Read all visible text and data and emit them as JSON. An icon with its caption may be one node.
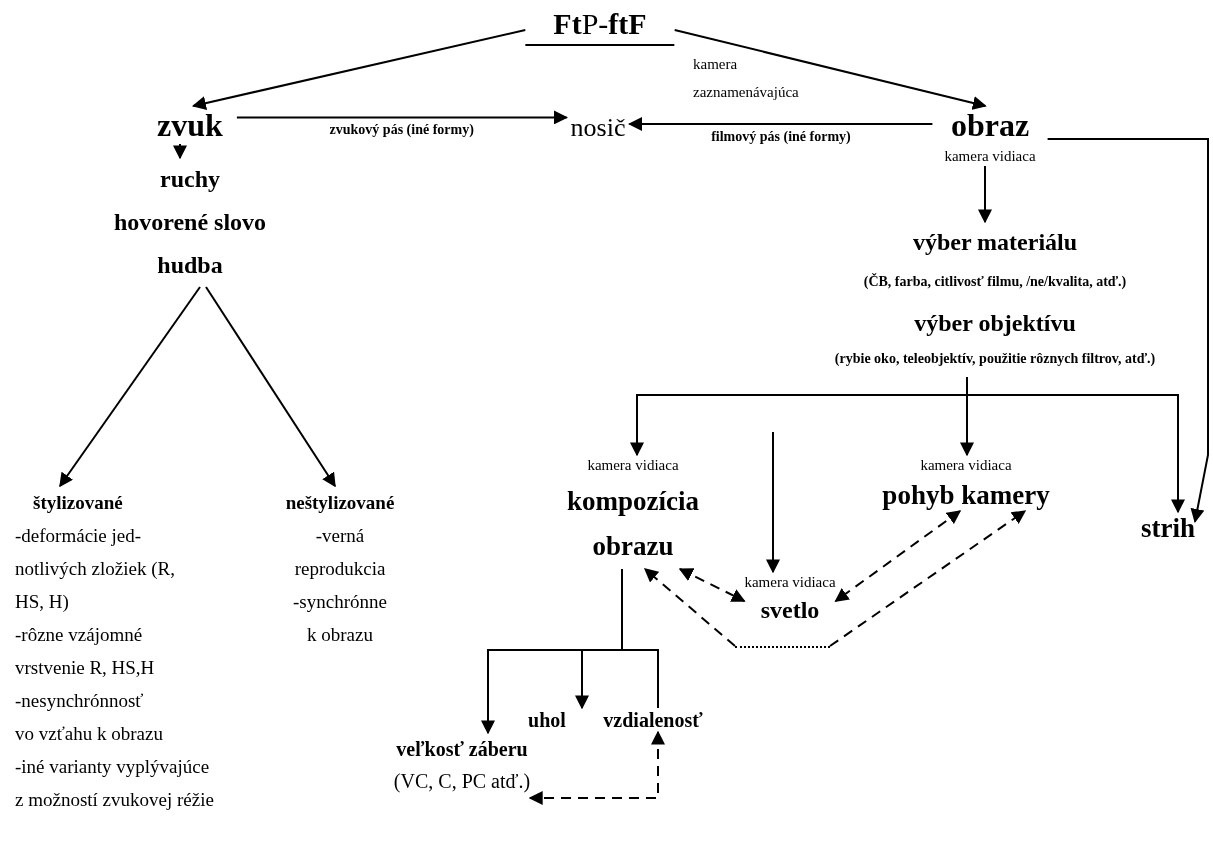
{
  "diagram": {
    "nodes": [
      {
        "text": [
          "**Ft**P-**ftF**"
        ]
      },
      {
        "text": [
          "zvuk"
        ]
      },
      {
        "text": [
          "nosič"
        ]
      },
      {
        "text": [
          "obraz"
        ],
        "beside": [
          "kamera vidiaca"
        ]
      },
      {
        "text": [
          "ruchy",
          "hovorené slovo",
          "hudba"
        ]
      },
      {
        "text": [
          "štylizované",
          "-deformácie jed- notlivých zložiek (R, HS, H)",
          "-rôzne vzájomné vrstvenie R, HS,H",
          "-nesynchrónnosť vo vzťahu k obrazu",
          "-iné varianty vyplývajúce z možností zvukovej réžie"
        ]
      },
      {
        "text": [
          "neštylizované",
          "-verná reprodukcia",
          "-synchrónne k obrazu"
        ]
      },
      {
        "text": [
          "výber materiálu",
          "(ČB, farba, citlivosť filmu, /ne/kvalita, atď.)"
        ]
      },
      {
        "text": [
          "výber objektívu",
          "(rybie oko, teleobjektív, použitie rôznych filtrov, atď.)"
        ]
      },
      {
        "text": [
          "kompozícia obrazu"
        ],
        "beside": [
          "kamera vidiaca"
        ]
      },
      {
        "text": [
          "pohyb kamery"
        ],
        "beside": [
          "kamera vidiaca"
        ]
      },
      {
        "text": [
          "strih"
        ]
      },
      {
        "text": [
          "svetlo"
        ],
        "beside": [
          "kamera vidiaca"
        ]
      },
      {
        "text": [],
        "shape": "bar"
      },
      {
        "text": [
          "veľkosť záberu",
          "(VC, C, PC atď.)"
        ]
      },
      {
        "text": [
          "uhol"
        ]
      },
      {
        "text": [
          "vzdialenosť"
        ]
      }
    ],
    "edges": [
      {
        "from": 0,
        "to": 1,
        "arrow": "to"
      },
      {
        "from": 0,
        "to": 3,
        "arrow": "to",
        "label": "kamera zaznamenávajúca"
      },
      {
        "from": 1,
        "to": 2,
        "arrow": "to",
        "label": "zvukový pás (iné formy)"
      },
      {
        "from": 3,
        "to": 2,
        "arrow": "to",
        "label": "filmový pás (iné formy)"
      },
      {
        "from": 1,
        "to": 4,
        "arrow": "to"
      },
      {
        "from": 4,
        "to": 5,
        "arrow": "to"
      },
      {
        "from": 4,
        "to": 6,
        "arrow": "to"
      },
      {
        "from": 3,
        "to": 7,
        "arrow": "to"
      },
      {
        "from": 8,
        "to": 9,
        "arrow": "to"
      },
      {
        "from": null,
        "to": 12,
        "arrow": "to"
      },
      {
        "from": 8,
        "to": 10,
        "arrow": "to"
      },
      {
        "from": 8,
        "to": 11,
        "arrow": "to"
      },
      {
        "from": 3,
        "to": 11,
        "arrow": "to"
      },
      {
        "from": 9,
        "to": 12,
        "arrow": "both",
        "style": "dashed"
      },
      {
        "from": 10,
        "to": 12,
        "arrow": "both",
        "style": "dashed"
      },
      {
        "from": 13,
        "to": 9,
        "arrow": "to",
        "style": "dashed"
      },
      {
        "from": 13,
        "to": 10,
        "arrow": "to",
        "style": "dashed"
      },
      {
        "from": 9,
        "to": 14,
        "arrow": "to"
      },
      {
        "from": 9,
        "to": 15,
        "arrow": "to"
      },
      {
        "from": 9,
        "to": 16,
        "arrow": "none"
      },
      {
        "from": 16,
        "to": 14,
        "arrow": "both",
        "style": "dashed"
      }
    ]
  }
}
